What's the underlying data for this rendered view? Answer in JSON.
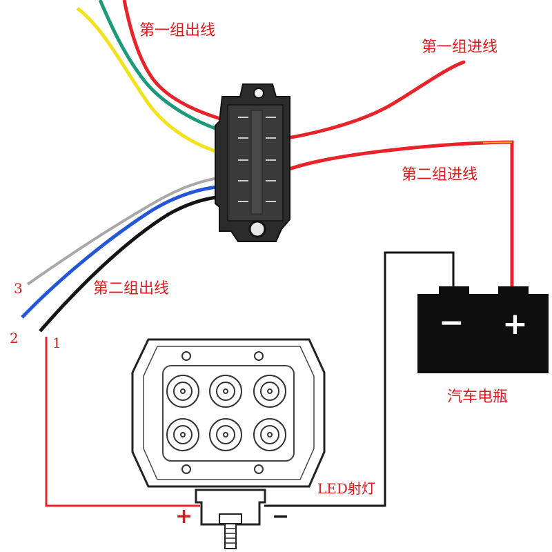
{
  "labels": {
    "group1_out": "第一组出线",
    "group1_in": "第一组进线",
    "group2_in": "第二组进线",
    "group2_out": "第二组出线",
    "battery": "汽车电瓶",
    "led": "LED射灯"
  },
  "wire_numbers": [
    "3",
    "2",
    "1"
  ],
  "battery_terminals": {
    "negative": "−",
    "positive": "+"
  },
  "led_terminals": {
    "positive": "+",
    "negative": "−"
  },
  "colors": {
    "label_red": "#e0191b",
    "wire_red": "#e8232a",
    "wire_yellow": "#f2e21c",
    "wire_green": "#1a9a7a",
    "wire_blue": "#2456d8",
    "wire_gray": "#a8a8a8",
    "wire_black": "#141414",
    "battery_body": "#0e0e0e"
  }
}
